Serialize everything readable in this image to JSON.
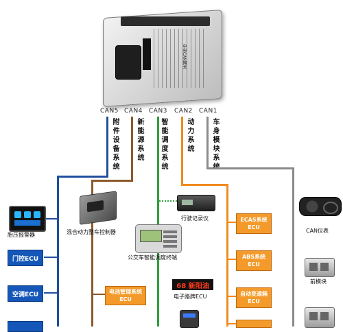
{
  "gateway": {
    "title": "中央CAN网关"
  },
  "can_ports": [
    "CAN5",
    "CAN4",
    "CAN3",
    "CAN2",
    "CAN1"
  ],
  "systems": [
    "附件设备系统",
    "新能源系统",
    "智能调度系统",
    "动力系统",
    "车身模块系统"
  ],
  "devices": {
    "tire_alarm": "胎压报警器",
    "door_ecu": "门控ECU",
    "ac_ecu": "空调ECU",
    "hybrid_controller": "混合动力整车控制器",
    "bms_line1": "电池管理系统",
    "bms_line2": "ECU",
    "bus_terminal": "公交车智能调度终端",
    "route_sign_text": "68 新阳油",
    "route_sign": "电子路牌ECU",
    "recorder": "行驶记录仪",
    "ecas_line1": "ECAS系统",
    "ecas_line2": "ECU",
    "abs_line1": "ABS系统",
    "abs_line2": "ECU",
    "amt_line1": "自动变速箱",
    "amt_line2": "ECU",
    "can_dash": "CAN仪表",
    "front_module": "前模块"
  },
  "colors": {
    "can5": "#1f4e9c",
    "can4": "#8b5a2b",
    "can3": "#2c9e3c",
    "can2": "#f08a1c",
    "can1": "#8a8a8a"
  }
}
